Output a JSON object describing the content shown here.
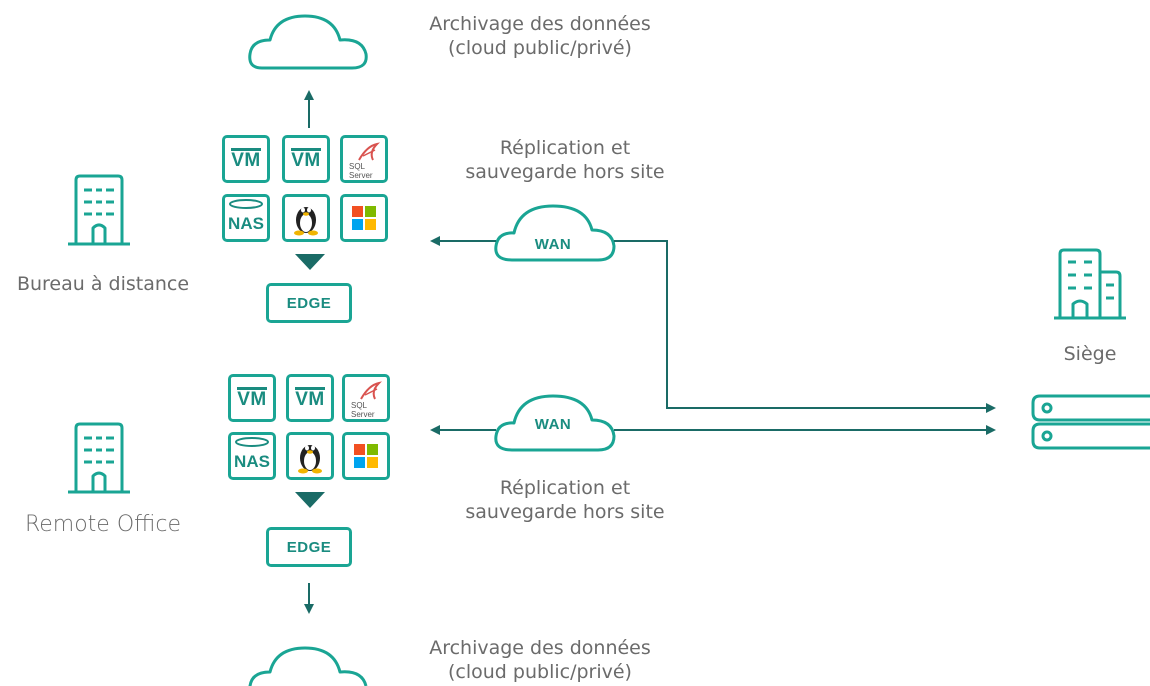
{
  "top": {
    "archive_label_line1": "Archivage des données",
    "archive_label_line2": "(cloud public/privé)",
    "replication_line1": "Réplication et",
    "replication_line2": "sauvegarde hors site",
    "office_label": "Bureau à distance",
    "wan_label": "WAN",
    "edge_label": "EDGE",
    "tiles": {
      "vm1": "VM",
      "vm2": "VM",
      "sql": "SQL Server",
      "nas": "NAS"
    }
  },
  "bottom": {
    "archive_label_line1": "Archivage des données",
    "archive_label_line2": "(cloud public/privé)",
    "replication_line1": "Réplication et",
    "replication_line2": "sauvegarde hors site",
    "office_label": "Remote Office",
    "wan_label": "WAN",
    "edge_label": "EDGE",
    "tiles": {
      "vm1": "VM",
      "vm2": "VM",
      "sql": "SQL Server",
      "nas": "NAS"
    }
  },
  "hq": {
    "label": "Siège"
  },
  "colors": {
    "teal": "#1aa594",
    "dark_teal": "#1a6b66",
    "text": "#6b6b6b"
  }
}
